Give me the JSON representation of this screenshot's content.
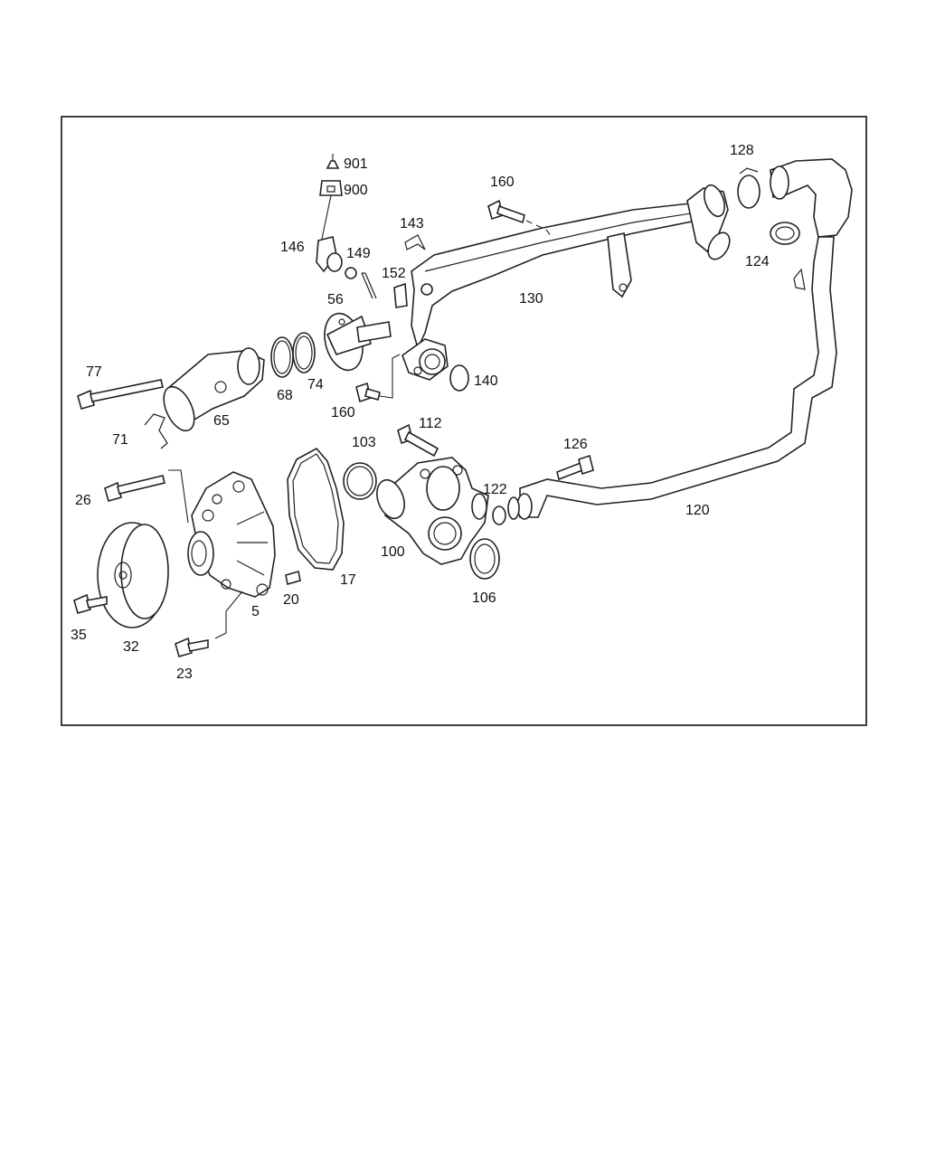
{
  "diagram": {
    "labels": {
      "p901": "901",
      "p900": "900",
      "p146": "146",
      "p149": "149",
      "p152": "152",
      "p143": "143",
      "p160a": "160",
      "p128": "128",
      "p124": "124",
      "p130": "130",
      "p56": "56",
      "p77": "77",
      "p68": "68",
      "p74": "74",
      "p140": "140",
      "p160b": "160",
      "p65": "65",
      "p71": "71",
      "p112": "112",
      "p103": "103",
      "p126": "126",
      "p26": "26",
      "p122": "122",
      "p120": "120",
      "p100": "100",
      "p17": "17",
      "p20": "20",
      "p106": "106",
      "p5": "5",
      "p35": "35",
      "p32": "32",
      "p23": "23"
    }
  }
}
